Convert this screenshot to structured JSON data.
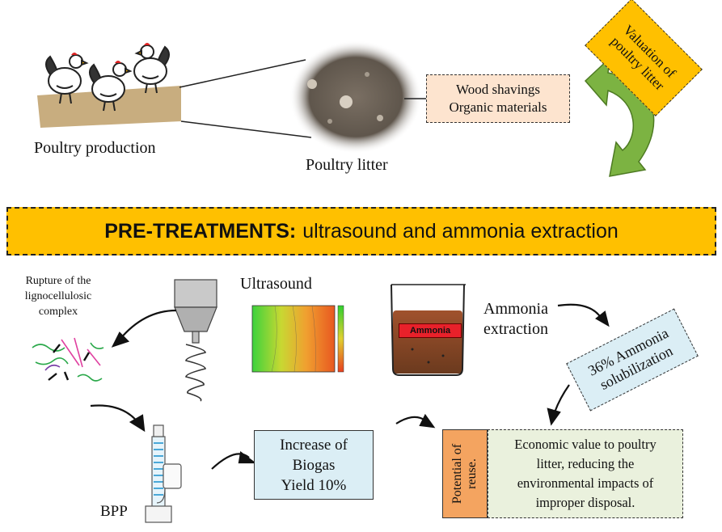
{
  "top": {
    "poultry_production": "Poultry production",
    "poultry_litter": "Poultry litter",
    "materials": [
      "Wood shavings",
      "Organic materials"
    ],
    "valuation": "Valuation of poultry litter"
  },
  "banner": {
    "bold": "PRE-TREATMENTS:",
    "rest": "ultrasound and ammonia extraction"
  },
  "middle": {
    "rupture": "Rupture of the lignocellulosic complex",
    "ultrasound": "Ultrasound",
    "ammonia_extraction": "Ammonia extraction",
    "ammonia_tag": "Ammonia",
    "ammonia_solubilization": "36% Ammonia solubilization"
  },
  "bottom": {
    "bpp": "BPP",
    "biogas": [
      "Increase of",
      "Biogas",
      "Yield 10%"
    ],
    "reuse": "Potential of reuse.",
    "economic": [
      "Economic value to poultry",
      "litter, reducing the",
      "environmental impacts of",
      "improper disposal."
    ]
  },
  "colors": {
    "banner": "#ffc000",
    "materials_box": "#fde4cf",
    "blue_box": "#dbeef5",
    "reuse_box": "#f4a460",
    "economic_box": "#eaf1dd",
    "green_arrow": "#7cb342",
    "tag": "#e8212a"
  }
}
